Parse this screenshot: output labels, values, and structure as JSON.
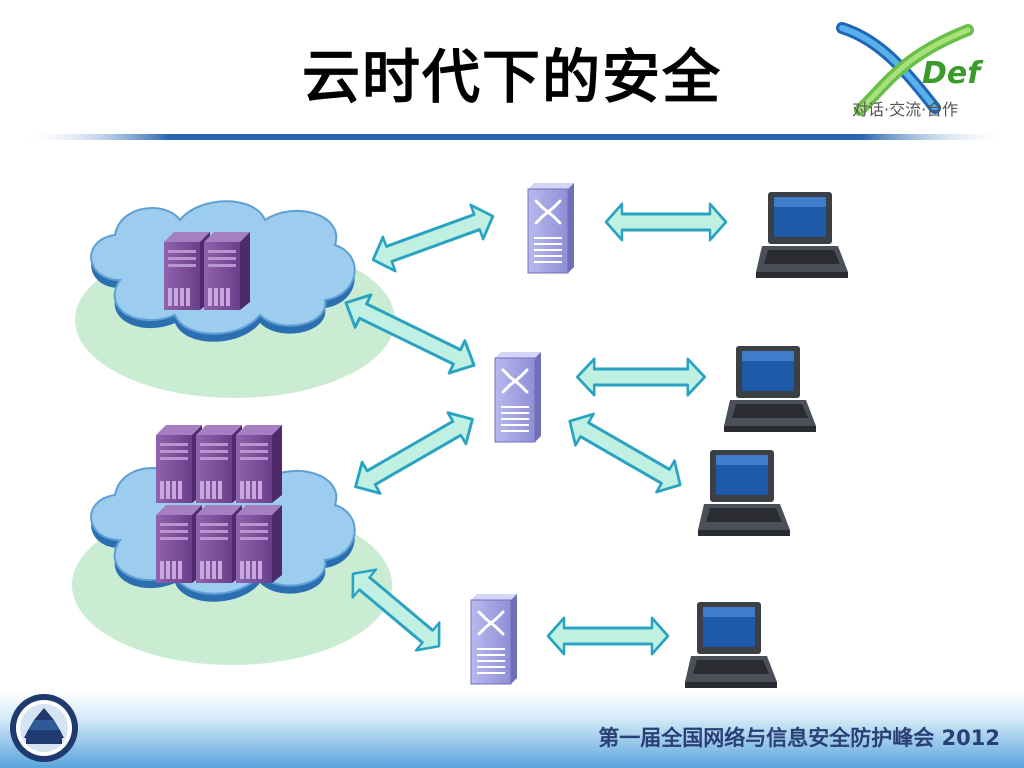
{
  "slide": {
    "title": "云时代下的安全",
    "footer": "第一届全国网络与信息安全防护峰会 2012"
  },
  "logo": {
    "brand": "Def",
    "tagline": "对话·交流·合作"
  },
  "colors": {
    "cloud_fill": "#9ccdee",
    "ellipse_fill": "#c9ecd3",
    "arrow_fill": "#bff0e1",
    "arrow_stroke": "#2aa3c2",
    "server_fill": "#7c4e99",
    "switch_fill": "#a8a8e6",
    "footer_band": "#5aa4dd",
    "header_line": "#2b66b2"
  },
  "diagram": {
    "nodes": [
      {
        "name": "cloud-cluster-top",
        "icon": "cloud-server-icon",
        "servers": 2
      },
      {
        "name": "cloud-cluster-bottom",
        "icon": "cloud-server-icon",
        "servers": 6
      },
      {
        "name": "switch-1",
        "icon": "network-switch-icon"
      },
      {
        "name": "switch-2",
        "icon": "network-switch-icon"
      },
      {
        "name": "switch-3",
        "icon": "network-switch-icon"
      },
      {
        "name": "laptop-1",
        "icon": "laptop-icon"
      },
      {
        "name": "laptop-2",
        "icon": "laptop-icon"
      },
      {
        "name": "laptop-3",
        "icon": "laptop-icon"
      },
      {
        "name": "laptop-4",
        "icon": "laptop-icon"
      }
    ],
    "links": [
      {
        "from": "cloud-cluster-top",
        "to": "switch-1"
      },
      {
        "from": "cloud-cluster-top",
        "to": "switch-2"
      },
      {
        "from": "cloud-cluster-bottom",
        "to": "switch-2"
      },
      {
        "from": "cloud-cluster-bottom",
        "to": "switch-3"
      },
      {
        "from": "switch-1",
        "to": "laptop-1"
      },
      {
        "from": "switch-2",
        "to": "laptop-2"
      },
      {
        "from": "switch-2",
        "to": "laptop-3"
      },
      {
        "from": "switch-3",
        "to": "laptop-4"
      }
    ]
  }
}
